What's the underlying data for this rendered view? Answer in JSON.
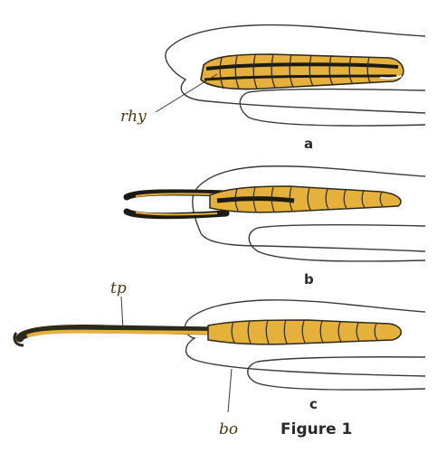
{
  "figure": {
    "title": "Figure 1"
  },
  "panels": [
    {
      "letter": "a"
    },
    {
      "letter": "b"
    },
    {
      "letter": "c"
    }
  ],
  "labels": {
    "rhy": "rhy",
    "tp": "tp",
    "bo": "bo"
  },
  "colors": {
    "gold": "#e6b13a",
    "dark": "#2d2a1c",
    "outline": "#3a3a3a",
    "stripe": "#1c1a12"
  }
}
